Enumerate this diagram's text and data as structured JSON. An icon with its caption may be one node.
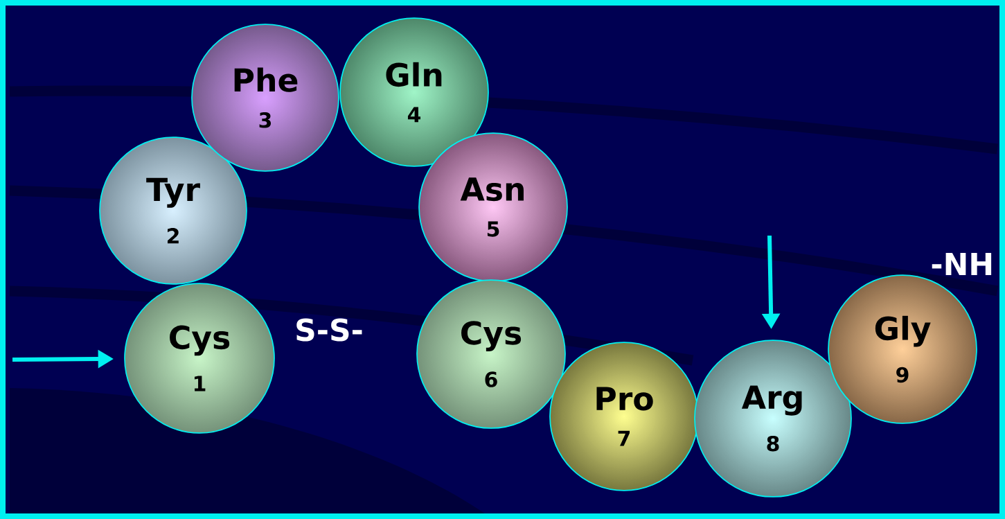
{
  "diagram": {
    "nodes": [
      {
        "text": [
          "Cys",
          "1"
        ]
      },
      {
        "text": [
          "Tyr",
          "2"
        ]
      },
      {
        "text": [
          "Phe",
          "3"
        ]
      },
      {
        "text": [
          "Gln",
          "4"
        ]
      },
      {
        "text": [
          "Asn",
          "5"
        ]
      },
      {
        "text": [
          "Cys",
          "6"
        ]
      },
      {
        "text": [
          "Pro",
          "7"
        ]
      },
      {
        "text": [
          "Arg",
          "8"
        ]
      },
      {
        "text": [
          "Gly",
          "9"
        ]
      }
    ],
    "edges": [
      {
        "from": null,
        "to": 0,
        "arrow": "to"
      },
      {
        "from": null,
        "to": 7,
        "arrow": "to"
      }
    ],
    "labels": [
      "S-S-",
      "-NH"
    ]
  }
}
